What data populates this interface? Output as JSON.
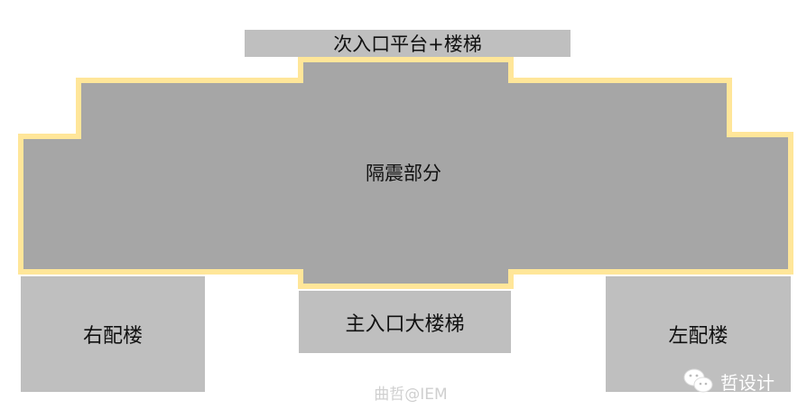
{
  "diagram": {
    "top_box_label": "次入口平台+楼梯",
    "isolation_label": "隔震部分",
    "left_wing_label": "右配楼",
    "main_stair_label": "主入口大楼梯",
    "right_wing_label": "左配楼",
    "colors": {
      "isolation_fill": "#a6a6a6",
      "isolation_outline": "#ffe699",
      "box_fill": "#bfbfbf"
    }
  },
  "footer": {
    "credit": "曲哲@IEM",
    "watermark_icon": "wechat-icon",
    "watermark_text": "哲设计"
  }
}
